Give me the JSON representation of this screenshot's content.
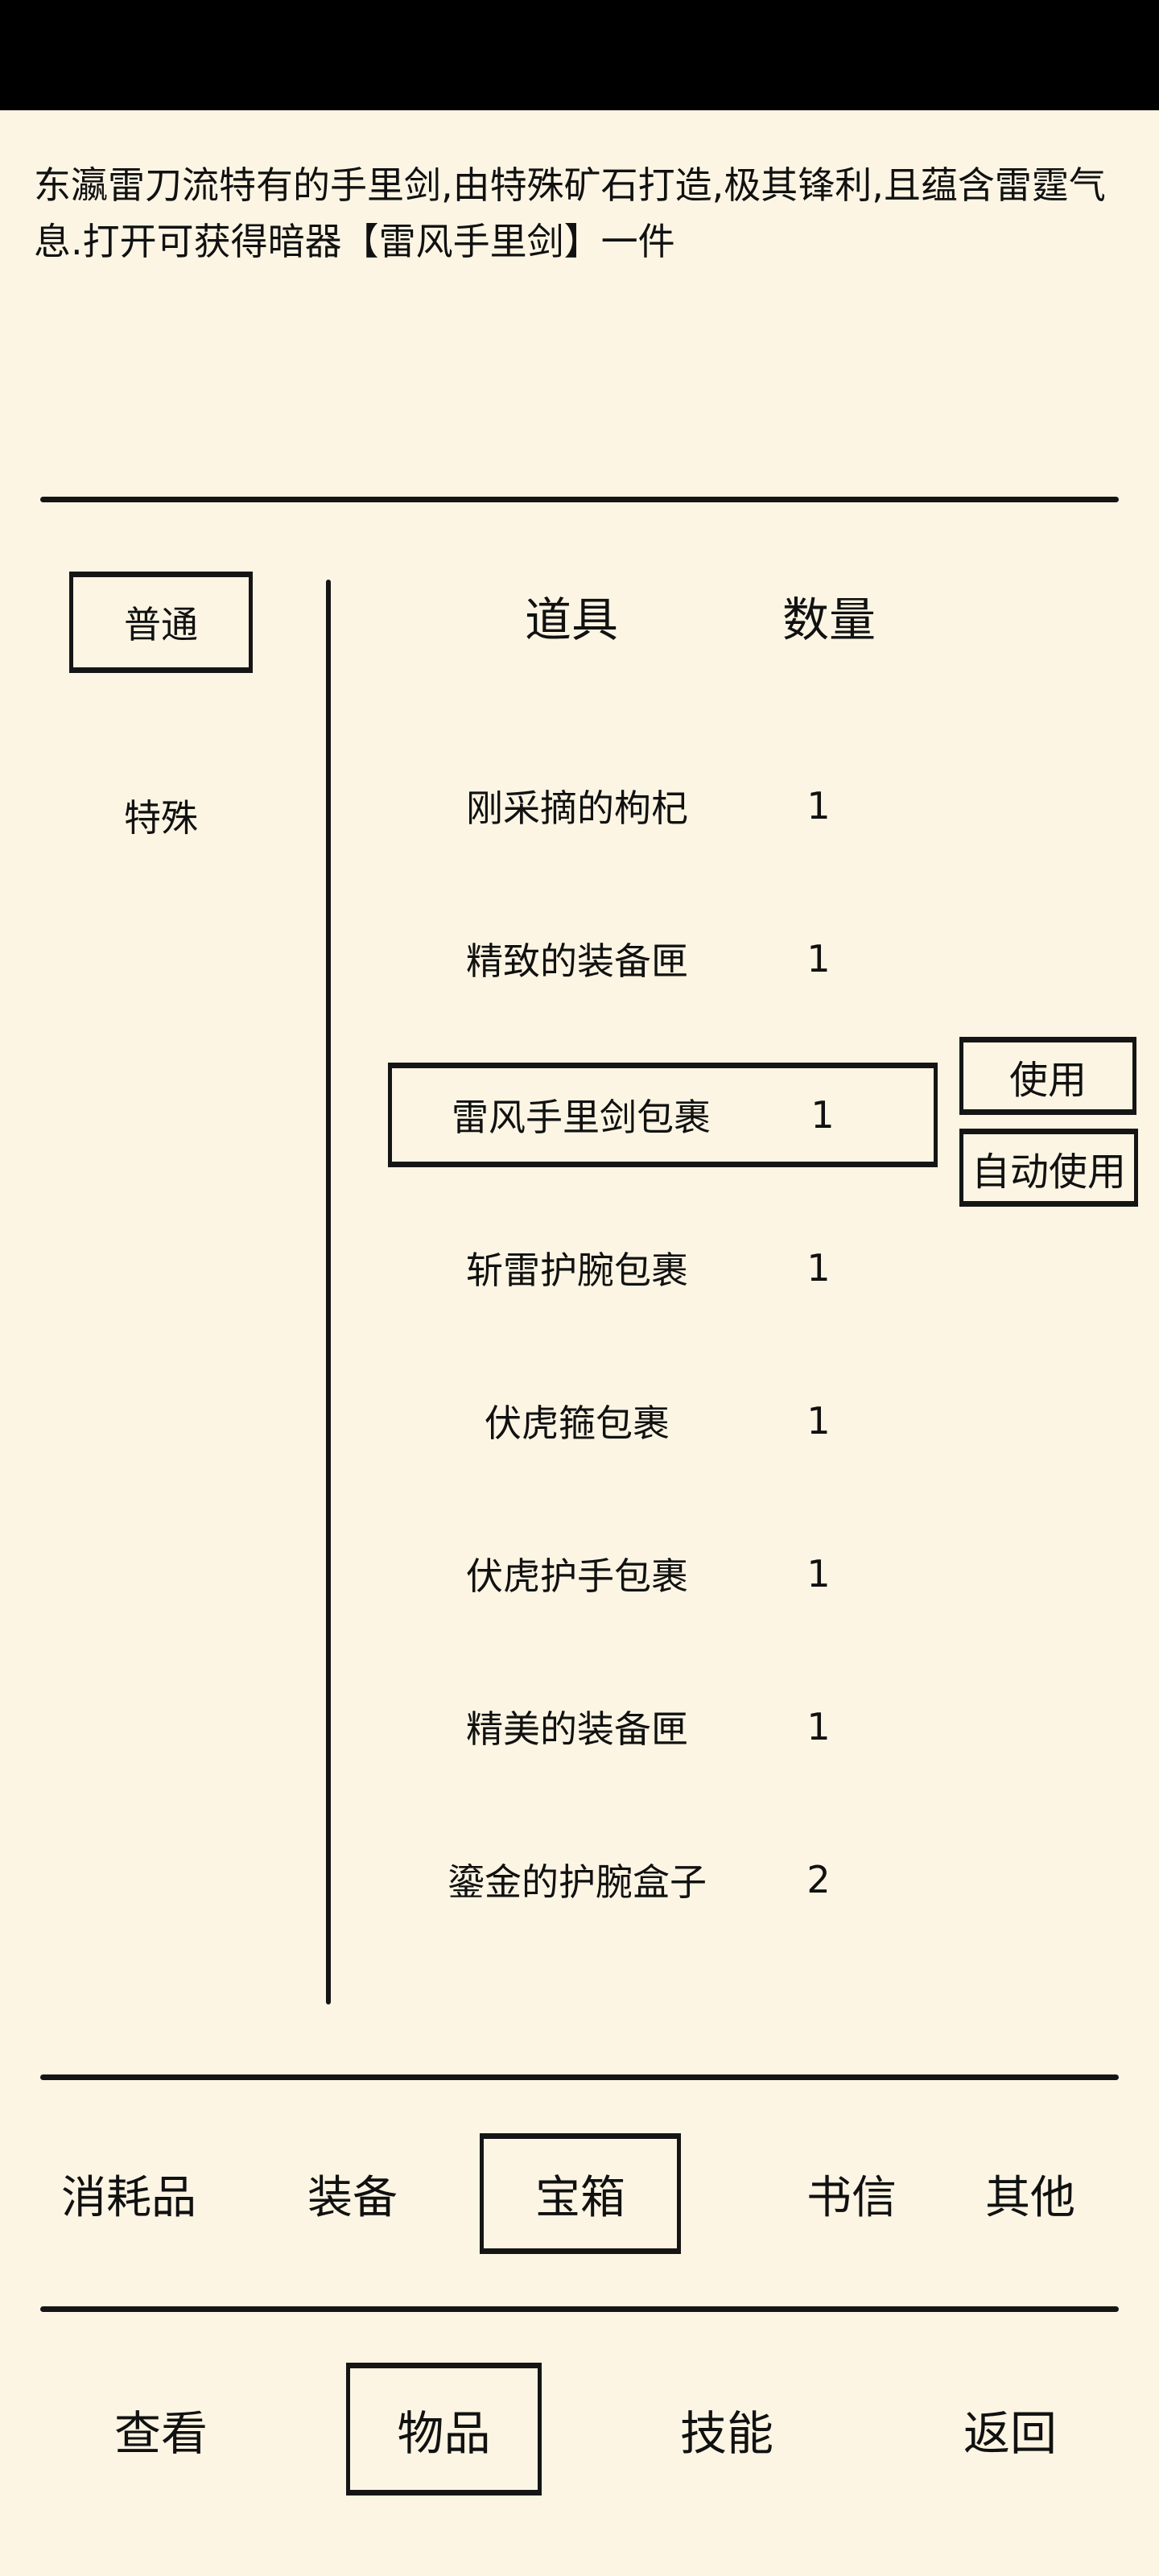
{
  "description": "东瀛雷刀流特有的手里剑,由特殊矿石打造,极其锋利,且蕴含雷霆气息.打开可获得暗器【雷风手里剑】一件",
  "categories": [
    {
      "label": "普通",
      "selected": true
    },
    {
      "label": "特殊",
      "selected": false
    }
  ],
  "table": {
    "headers": [
      "道具",
      "数量"
    ],
    "rows": [
      {
        "name": "刚采摘的枸杞",
        "qty": "1"
      },
      {
        "name": "精致的装备匣",
        "qty": "1"
      },
      {
        "name": "雷风手里剑包裹",
        "qty": "1",
        "selected": true
      },
      {
        "name": "斩雷护腕包裹",
        "qty": "1"
      },
      {
        "name": "伏虎箍包裹",
        "qty": "1"
      },
      {
        "name": "伏虎护手包裹",
        "qty": "1"
      },
      {
        "name": "精美的装备匣",
        "qty": "1"
      },
      {
        "name": "鎏金的护腕盒子",
        "qty": "2"
      }
    ]
  },
  "actions": {
    "use": "使用",
    "auto_use": "自动使用"
  },
  "tabs": [
    {
      "label": "消耗品"
    },
    {
      "label": "装备"
    },
    {
      "label": "宝箱",
      "selected": true
    },
    {
      "label": "书信"
    },
    {
      "label": "其他"
    }
  ],
  "nav": [
    {
      "label": "查看"
    },
    {
      "label": "物品",
      "selected": true
    },
    {
      "label": "技能"
    },
    {
      "label": "返回"
    }
  ]
}
